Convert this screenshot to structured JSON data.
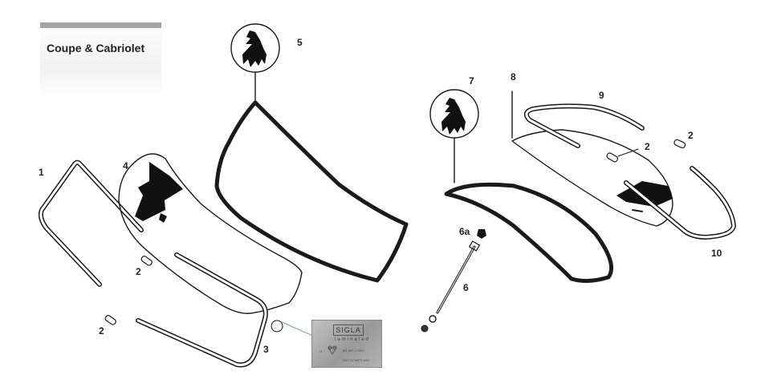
{
  "header": {
    "title": "Coupe & Cabriolet"
  },
  "callouts": {
    "c1": "1",
    "c2a": "2",
    "c2b": "2",
    "c2c": "2",
    "c2d": "2",
    "c3": "3",
    "c4": "4",
    "c5": "5",
    "c6": "6",
    "c6a": "6a",
    "c7": "7",
    "c8": "8",
    "c9": "9",
    "c10": "10"
  },
  "stamp": {
    "logo": "SIGLA",
    "subtitle": "laminated",
    "line1": "BS 857-2:1997",
    "line2": "DOT 11 M471 AS1",
    "mark": "74"
  }
}
